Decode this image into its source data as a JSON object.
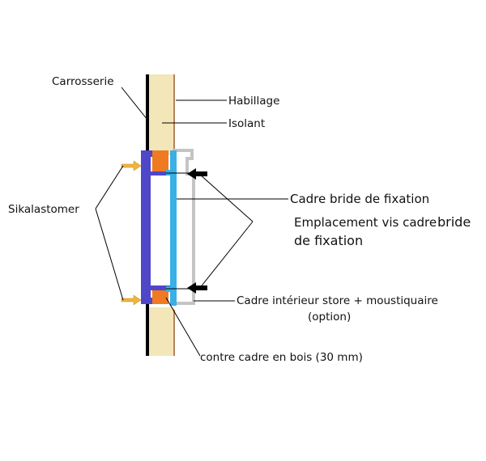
{
  "labels": {
    "carrosserie": "Carrosserie",
    "habillage": "Habillage",
    "isolant": "Isolant",
    "sikalastomer": "Sikalastomer",
    "cadre_bride": "Cadre bride de fixation",
    "emplacement_vis_line1_a": "Emplacement vis cadre",
    "emplacement_vis_line1_b": "bride",
    "emplacement_vis_line2": "de fixation",
    "cadre_interieur": "Cadre intérieur store + moustiquaire",
    "option": "(option)",
    "contre_cadre": "contre cadre en bois (30 mm)"
  },
  "colors": {
    "carrosserie": "#000000",
    "isolant": "#f3e6b8",
    "habillage_edge": "#b5835a",
    "outer_frame": "#5046c8",
    "inner_frame": "#39b0e6",
    "grey_frame": "#c4c4c4",
    "wood": "#f07a22",
    "sika_arrow": "#f0b43c"
  }
}
